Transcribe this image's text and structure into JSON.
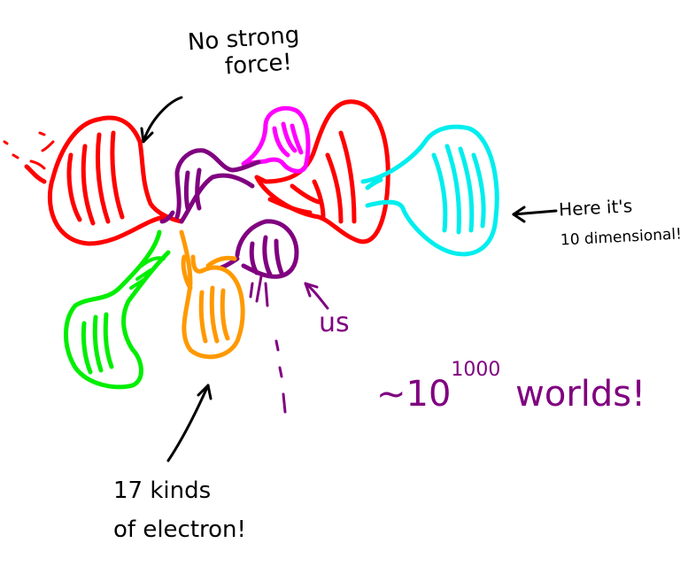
{
  "annotations": {
    "no_strong_force": [
      "No strong",
      "force!"
    ],
    "here_dimensional": [
      "Here it's",
      "10 dimensional!"
    ],
    "kinds_of_electron": [
      "17 kinds",
      "of electron!"
    ],
    "us": "us",
    "worlds_prefix": "~10",
    "worlds_exponent": "1000",
    "worlds_suffix": "worlds!"
  },
  "colors": {
    "red": "#ff0000",
    "magenta": "#ff00ff",
    "cyan": "#00eeee",
    "purple": "#800080",
    "orange": "#ff9900",
    "green": "#00ee00",
    "ink": "#000000"
  }
}
